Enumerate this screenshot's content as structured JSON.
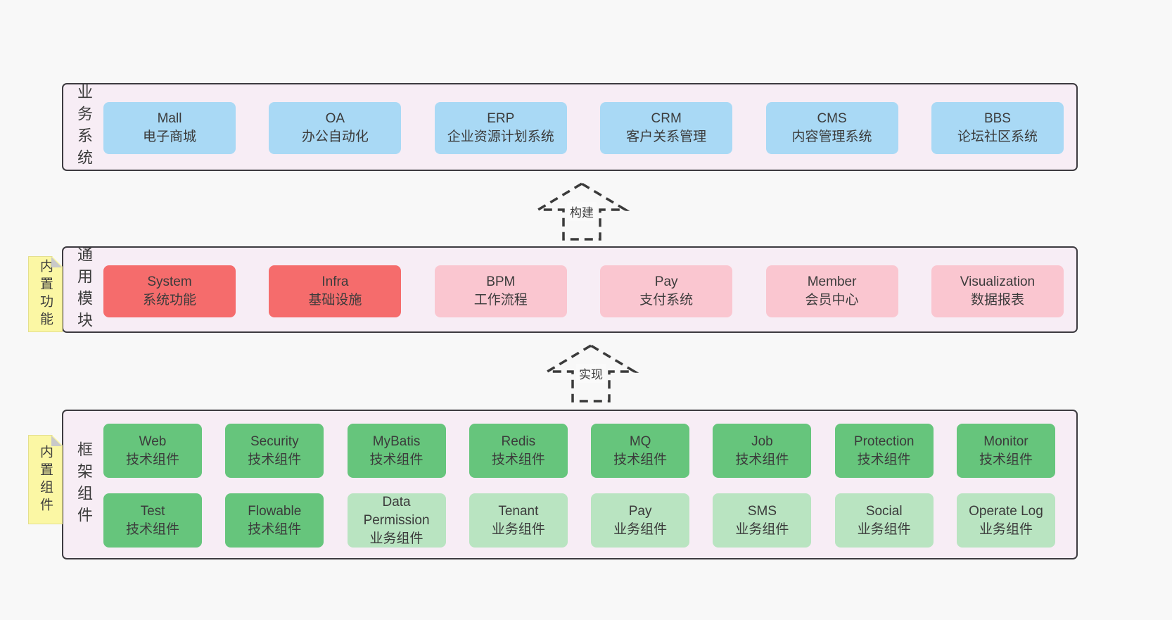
{
  "diagram": {
    "arrows": [
      {
        "label": "构建"
      },
      {
        "label": "实现"
      }
    ],
    "notes": [
      {
        "text": "内置功能"
      },
      {
        "text": "内置组件"
      }
    ],
    "bands": [
      {
        "label": "业务系统",
        "boxes": [
          {
            "name": "Mall",
            "desc": "电子商城",
            "type": "blue"
          },
          {
            "name": "OA",
            "desc": "办公自动化",
            "type": "blue"
          },
          {
            "name": "ERP",
            "desc": "企业资源计划系统",
            "type": "blue"
          },
          {
            "name": "CRM",
            "desc": "客户关系管理",
            "type": "blue"
          },
          {
            "name": "CMS",
            "desc": "内容管理系统",
            "type": "blue"
          },
          {
            "name": "BBS",
            "desc": "论坛社区系统",
            "type": "blue"
          }
        ]
      },
      {
        "label": "通用模块",
        "boxes": [
          {
            "name": "System",
            "desc": "系统功能",
            "type": "red"
          },
          {
            "name": "Infra",
            "desc": "基础设施",
            "type": "red"
          },
          {
            "name": "BPM",
            "desc": "工作流程",
            "type": "pink"
          },
          {
            "name": "Pay",
            "desc": "支付系统",
            "type": "pink"
          },
          {
            "name": "Member",
            "desc": "会员中心",
            "type": "pink"
          },
          {
            "name": "Visualization",
            "desc": "数据报表",
            "type": "pink"
          }
        ]
      },
      {
        "label": "框架组件",
        "rows": [
          [
            {
              "name": "Web",
              "desc": "技术组件",
              "type": "green"
            },
            {
              "name": "Security",
              "desc": "技术组件",
              "type": "green"
            },
            {
              "name": "MyBatis",
              "desc": "技术组件",
              "type": "green"
            },
            {
              "name": "Redis",
              "desc": "技术组件",
              "type": "green"
            },
            {
              "name": "MQ",
              "desc": "技术组件",
              "type": "green"
            },
            {
              "name": "Job",
              "desc": "技术组件",
              "type": "green"
            },
            {
              "name": "Protection",
              "desc": "技术组件",
              "type": "green"
            },
            {
              "name": "Monitor",
              "desc": "技术组件",
              "type": "green"
            }
          ],
          [
            {
              "name": "Test",
              "desc": "技术组件",
              "type": "green"
            },
            {
              "name": "Flowable",
              "desc": "技术组件",
              "type": "green"
            },
            {
              "name": "Data Permission",
              "desc": "业务组件",
              "type": "lightgreen"
            },
            {
              "name": "Tenant",
              "desc": "业务组件",
              "type": "lightgreen"
            },
            {
              "name": "Pay",
              "desc": "业务组件",
              "type": "lightgreen"
            },
            {
              "name": "SMS",
              "desc": "业务组件",
              "type": "lightgreen"
            },
            {
              "name": "Social",
              "desc": "业务组件",
              "type": "lightgreen"
            },
            {
              "name": "Operate Log",
              "desc": "业务组件",
              "type": "lightgreen"
            }
          ]
        ]
      }
    ],
    "colors": {
      "page_bg": "#f8f8f8",
      "container_fill": "#f7edf5",
      "container_border": "#3d3b40",
      "blue_box": "#a9d9f5",
      "red_box": "#f56c6c",
      "pink_box": "#fac6d0",
      "green_box": "#66c57c",
      "lightgreen_box": "#b9e4c1",
      "sticky_note": "#fbf7a4",
      "note_fold": "#c9c9c9",
      "text": "#3b3b3b"
    }
  }
}
